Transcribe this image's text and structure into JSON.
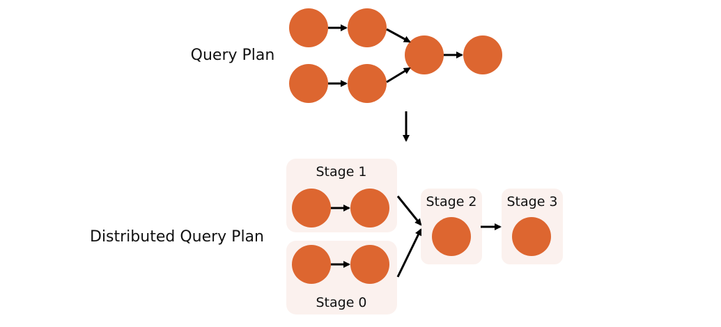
{
  "labels": {
    "query_plan": "Query Plan",
    "distributed_query_plan": "Distributed Query Plan"
  },
  "stages": {
    "stage1": "Stage 1",
    "stage0": "Stage 0",
    "stage2": "Stage 2",
    "stage3": "Stage 3"
  },
  "colors": {
    "node": "#DD6630",
    "stage_background": "#FBF1EE",
    "arrow": "#000000",
    "text": "#111111"
  }
}
